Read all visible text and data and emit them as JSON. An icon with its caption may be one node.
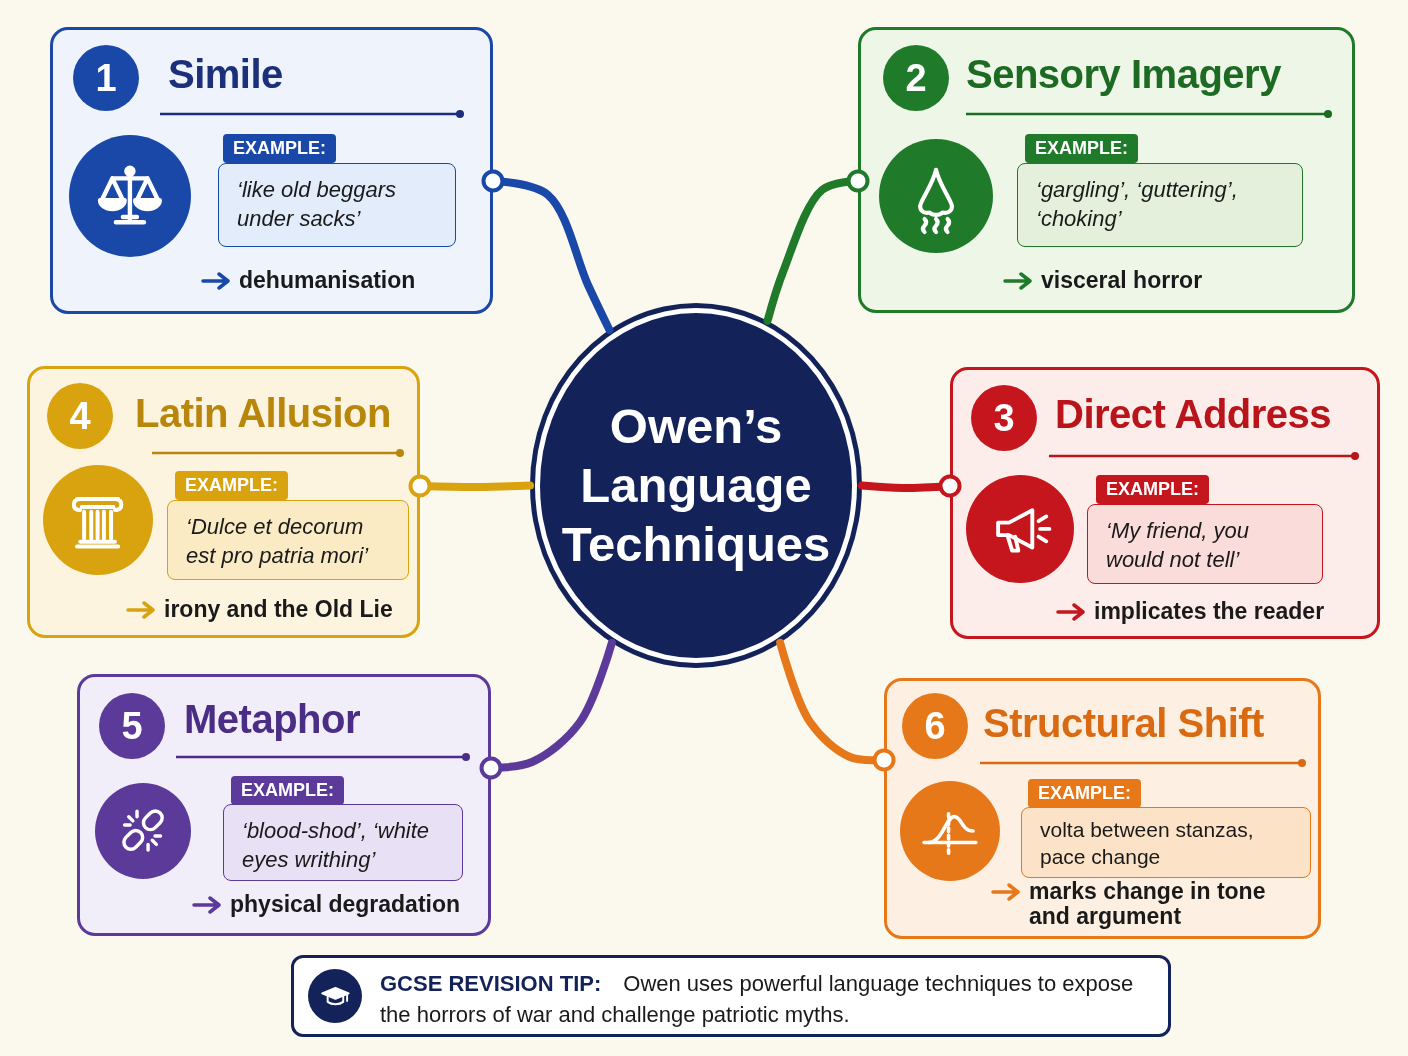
{
  "diagram": {
    "nodes": [
      {
        "text": [
          "Simile",
          "dehumanisation"
        ]
      },
      {
        "text": [
          "1"
        ],
        "in": 0
      },
      {
        "text": [
          "EXAMPLE:"
        ],
        "in": 0
      },
      {
        "text": [
          "‘like old beggars under sacks’"
        ],
        "in": 0
      },
      {
        "text": [
          "Sensory Imagery",
          "visceral horror"
        ]
      },
      {
        "text": [
          "2"
        ],
        "in": 4
      },
      {
        "text": [
          "EXAMPLE:"
        ],
        "in": 4
      },
      {
        "text": [
          "‘gargling’, ‘guttering’, ‘choking’"
        ],
        "in": 4
      },
      {
        "text": [
          "Latin Allusion",
          "irony and the Old Lie"
        ]
      },
      {
        "text": [
          "4"
        ],
        "in": 8
      },
      {
        "text": [
          "EXAMPLE:"
        ],
        "in": 8
      },
      {
        "text": [
          "‘Dulce et decorum est pro patria mori’"
        ],
        "in": 8
      },
      {
        "text": [
          "Owen’s Language Techniques"
        ]
      },
      {
        "text": [
          "Direct Address",
          "implicates the reader"
        ]
      },
      {
        "text": [
          "3"
        ],
        "in": 13
      },
      {
        "text": [
          "EXAMPLE:"
        ],
        "in": 13
      },
      {
        "text": [
          "‘My friend, you would not tell’"
        ],
        "in": 13
      },
      {
        "text": [
          "Metaphor",
          "physical degradation"
        ]
      },
      {
        "text": [
          "5"
        ],
        "in": 17
      },
      {
        "text": [
          "EXAMPLE:"
        ],
        "in": 17
      },
      {
        "text": [
          "‘blood-shod’, ‘white eyes writhing’"
        ],
        "in": 17
      },
      {
        "text": [
          "Structural Shift",
          "marks change in tone and argument"
        ]
      },
      {
        "text": [
          "6"
        ],
        "in": 21
      },
      {
        "text": [
          "EXAMPLE:"
        ],
        "in": 21
      },
      {
        "text": [
          "volta between stanzas, pace change"
        ],
        "in": 21
      },
      {
        "text": [
          "GCSE REVISION TIP:",
          "Owen uses powerful language techniques to expose the horrors of war and challenge patriotic myths."
        ]
      }
    ],
    "edges": [
      {
        "from": 12,
        "to": 0,
        "arrow": "other",
        "color": "#1a48a8"
      },
      {
        "from": 12,
        "to": 4,
        "arrow": "other",
        "color": "#1f7a2a"
      },
      {
        "from": 12,
        "to": 8,
        "arrow": "other",
        "color": "#d9a20f"
      },
      {
        "from": 12,
        "to": 13,
        "arrow": "other",
        "color": "#c4161c"
      },
      {
        "from": 12,
        "to": 17,
        "arrow": "other",
        "color": "#5b3a9a"
      },
      {
        "from": 12,
        "to": 21,
        "arrow": "other",
        "color": "#e6781a"
      }
    ]
  }
}
